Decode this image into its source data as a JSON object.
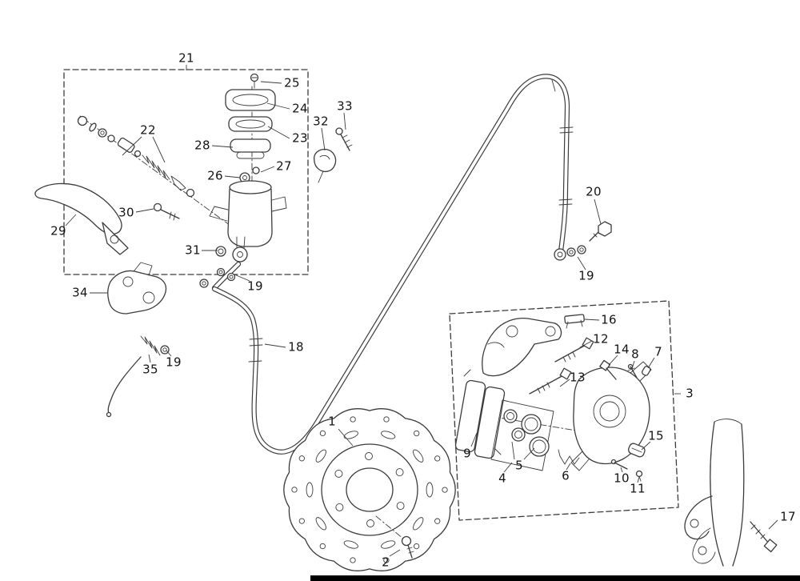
{
  "colors": {
    "background": "#ffffff",
    "line": "#3c3c3c",
    "footer_bar": "#000000"
  },
  "diagram": {
    "type": "exploded-parts-diagram",
    "callouts": [
      {
        "label": "21"
      },
      {
        "label": "25"
      },
      {
        "label": "24"
      },
      {
        "label": "33"
      },
      {
        "label": "32"
      },
      {
        "label": "22"
      },
      {
        "label": "23"
      },
      {
        "label": "28"
      },
      {
        "label": "27"
      },
      {
        "label": "26"
      },
      {
        "label": "30"
      },
      {
        "label": "29"
      },
      {
        "label": "31"
      },
      {
        "label": "19"
      },
      {
        "label": "34"
      },
      {
        "label": "20"
      },
      {
        "label": "19"
      },
      {
        "label": "18"
      },
      {
        "label": "19"
      },
      {
        "label": "35"
      },
      {
        "label": "16"
      },
      {
        "label": "12"
      },
      {
        "label": "14"
      },
      {
        "label": "8"
      },
      {
        "label": "7"
      },
      {
        "label": "13"
      },
      {
        "label": "3"
      },
      {
        "label": "15"
      },
      {
        "label": "9"
      },
      {
        "label": "5"
      },
      {
        "label": "4"
      },
      {
        "label": "6"
      },
      {
        "label": "10"
      },
      {
        "label": "11"
      },
      {
        "label": "1"
      },
      {
        "label": "2"
      },
      {
        "label": "17"
      }
    ]
  }
}
